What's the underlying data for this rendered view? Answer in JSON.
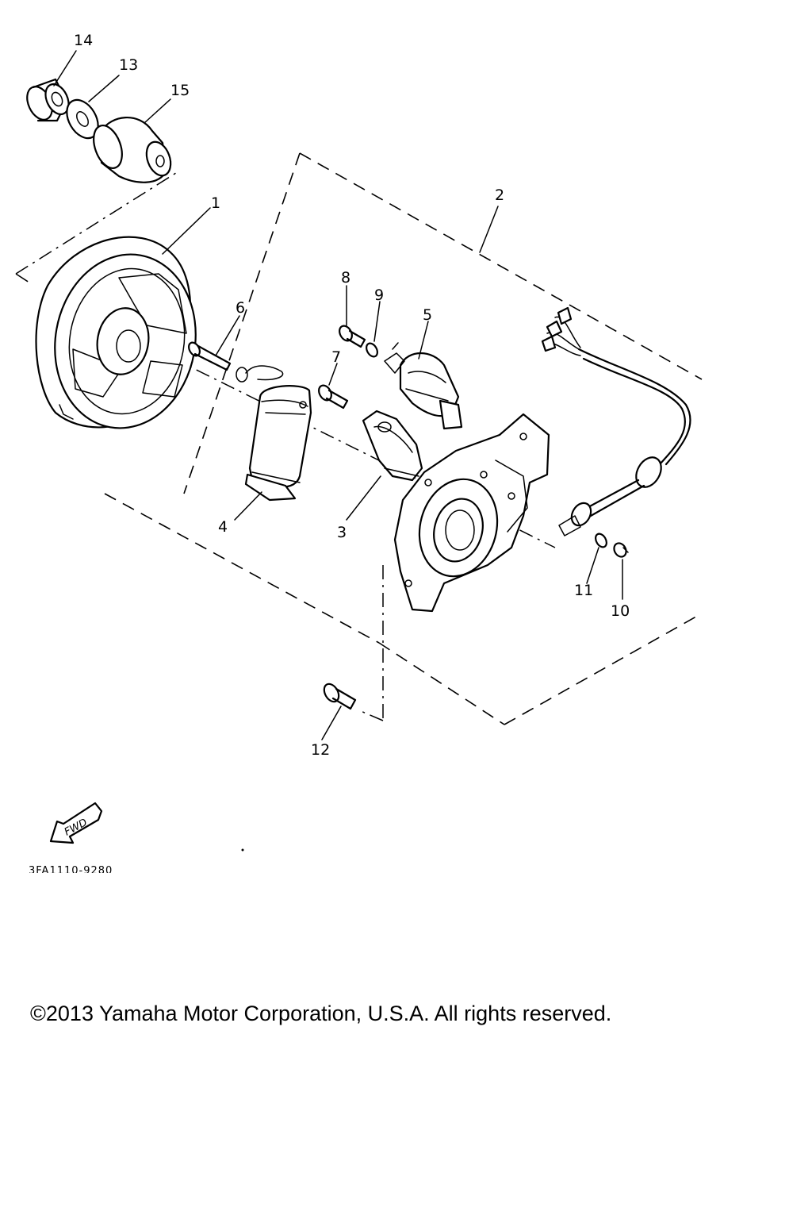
{
  "diagram": {
    "callouts": [
      {
        "id": "1",
        "text": "1"
      },
      {
        "id": "2",
        "text": "2"
      },
      {
        "id": "3",
        "text": "3"
      },
      {
        "id": "4",
        "text": "4"
      },
      {
        "id": "5",
        "text": "5"
      },
      {
        "id": "6",
        "text": "6"
      },
      {
        "id": "7",
        "text": "7"
      },
      {
        "id": "8",
        "text": "8"
      },
      {
        "id": "9",
        "text": "9"
      },
      {
        "id": "10",
        "text": "10"
      },
      {
        "id": "11",
        "text": "11"
      },
      {
        "id": "12",
        "text": "12"
      },
      {
        "id": "13",
        "text": "13"
      },
      {
        "id": "14",
        "text": "14"
      },
      {
        "id": "15",
        "text": "15"
      }
    ],
    "direction_label": "FWD",
    "drawing_code": "3FA1110-9280"
  },
  "footer": {
    "copyright": "©2013 Yamaha Motor Corporation, U.S.A. All rights reserved."
  }
}
